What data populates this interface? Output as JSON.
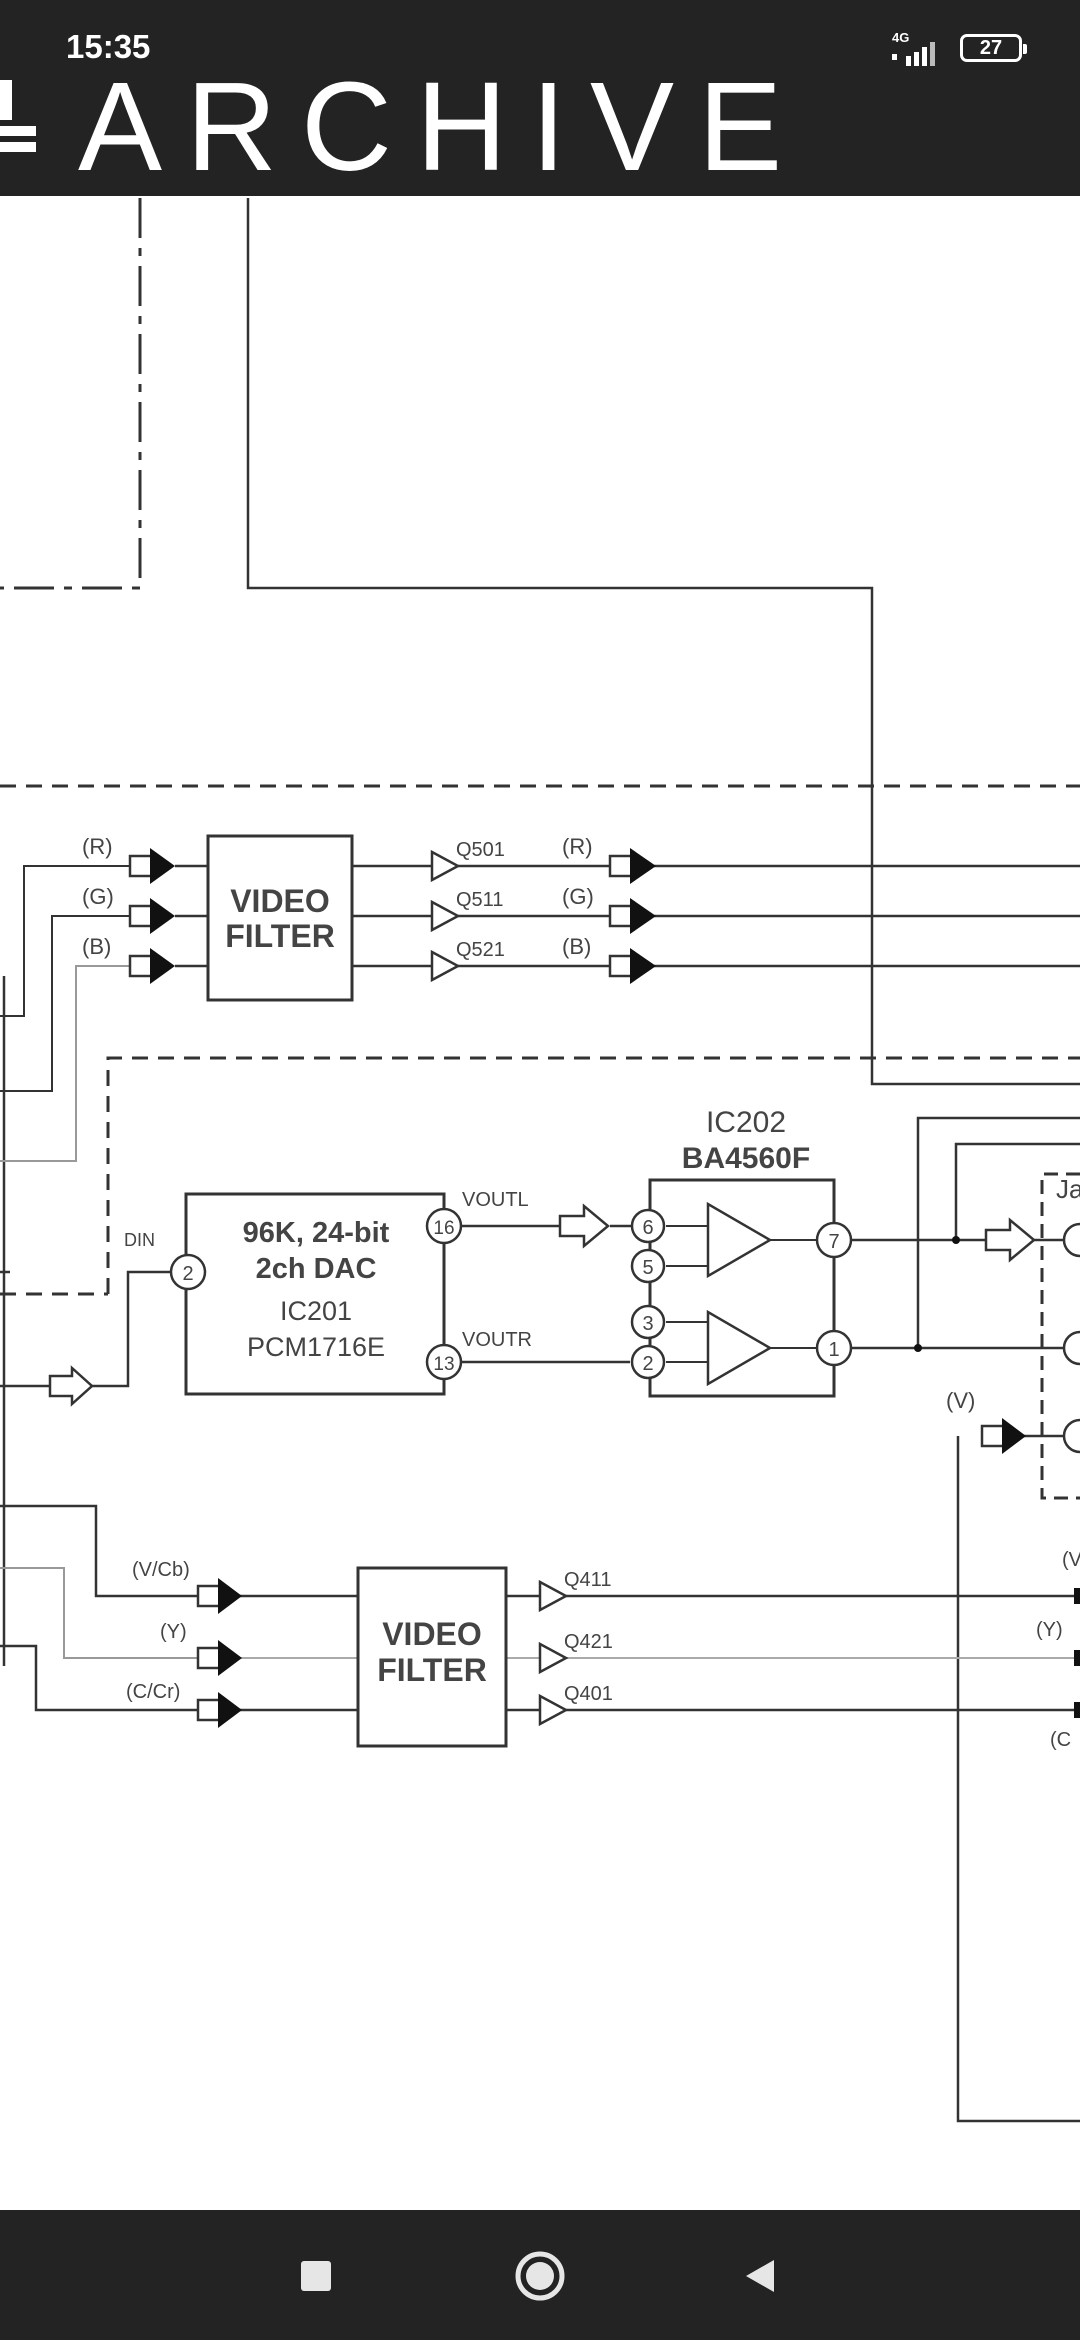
{
  "status_bar": {
    "time": "15:35",
    "network_label": "4G",
    "battery_level": "27",
    "icons": [
      "signal-icon",
      "battery-icon"
    ]
  },
  "header": {
    "logo_text": "ARCHIVE"
  },
  "schematic": {
    "colors": {
      "line": "#333333",
      "page": "#ffffff",
      "bar": "#232323"
    },
    "rgb_inputs": [
      "(R)",
      "(G)",
      "(B)"
    ],
    "rgb_outputs": [
      "(R)",
      "(G)",
      "(B)"
    ],
    "rgb_filter": {
      "line1": "VIDEO",
      "line2": "FILTER"
    },
    "rgb_transistors": [
      "Q501",
      "Q511",
      "Q521"
    ],
    "dac": {
      "line1": "96K, 24-bit",
      "line2": "2ch DAC",
      "line3": "IC201",
      "line4": "PCM1716E",
      "din_label": "DIN",
      "din_pin": "2",
      "voutl_label": "VOUTL",
      "voutl_pin": "16",
      "voutr_label": "VOUTR",
      "voutr_pin": "13"
    },
    "opamp": {
      "name": "IC202",
      "part": "BA4560F",
      "pins_left": [
        "6",
        "5",
        "3",
        "2"
      ],
      "pins_right": [
        "7",
        "1"
      ]
    },
    "jack_label": "Ja",
    "v_label": "(V)",
    "video_inputs": [
      "(V/Cb)",
      "(Y)",
      "(C/Cr)"
    ],
    "video_filter": {
      "line1": "VIDEO",
      "line2": "FILTER"
    },
    "video_transistors": [
      "Q411",
      "Q421",
      "Q401"
    ],
    "right_edge_labels": [
      "(V",
      "(Y)",
      "(C"
    ]
  },
  "nav": {
    "recents_icon": "square-icon",
    "home_icon": "circle-icon",
    "back_icon": "triangle-back-icon"
  }
}
